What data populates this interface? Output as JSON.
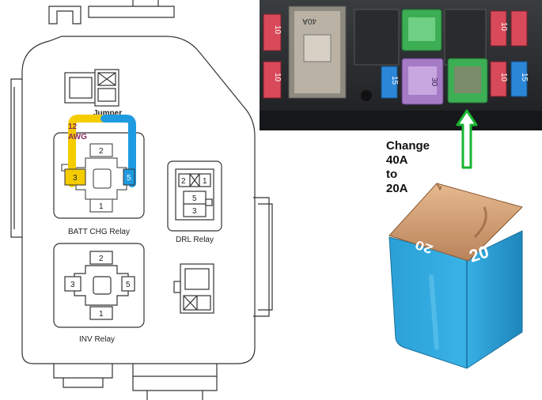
{
  "diagram": {
    "relay_block": {
      "jumper_label": "Jumper",
      "wire_gauge_number": "12",
      "wire_gauge_unit": "AWG",
      "batt_chg_relay": {
        "name": "BATT CHG Relay",
        "pins": [
          "2",
          "3",
          "5",
          "1"
        ]
      },
      "drl_relay": {
        "name": "DRL Relay",
        "pins": [
          "2",
          "1",
          "5",
          "3"
        ]
      },
      "inv_relay": {
        "name": "INV Relay",
        "pins": [
          "2",
          "3",
          "5",
          "1"
        ]
      }
    },
    "fuse_photo": {
      "fuse_labels_left": [
        "10",
        "10"
      ],
      "fuse_labels_right": [
        "10",
        "10",
        "15"
      ],
      "fuse_label_center": "15",
      "fuse_label_purple": "30",
      "large_fuse_label": "40A"
    },
    "note": {
      "lines": [
        "Change",
        "40A",
        "to",
        "20A"
      ]
    },
    "replacement_fuse": {
      "label_top": "20",
      "label_front": "20"
    },
    "colors": {
      "yellow_wire": "#f5cc00",
      "blue_wire": "#1e9be0",
      "gauge_label": "#8a2a5a",
      "arrow": "#17b530",
      "fuse_green": "#3cae54",
      "fuse_purple": "#a67bc6",
      "fuse_blue": "#2b86d8",
      "fuse_red": "#d84a5a",
      "fuse_body_blue": "#2fa3d7",
      "fuse_top_brown": "#c9956a"
    }
  }
}
